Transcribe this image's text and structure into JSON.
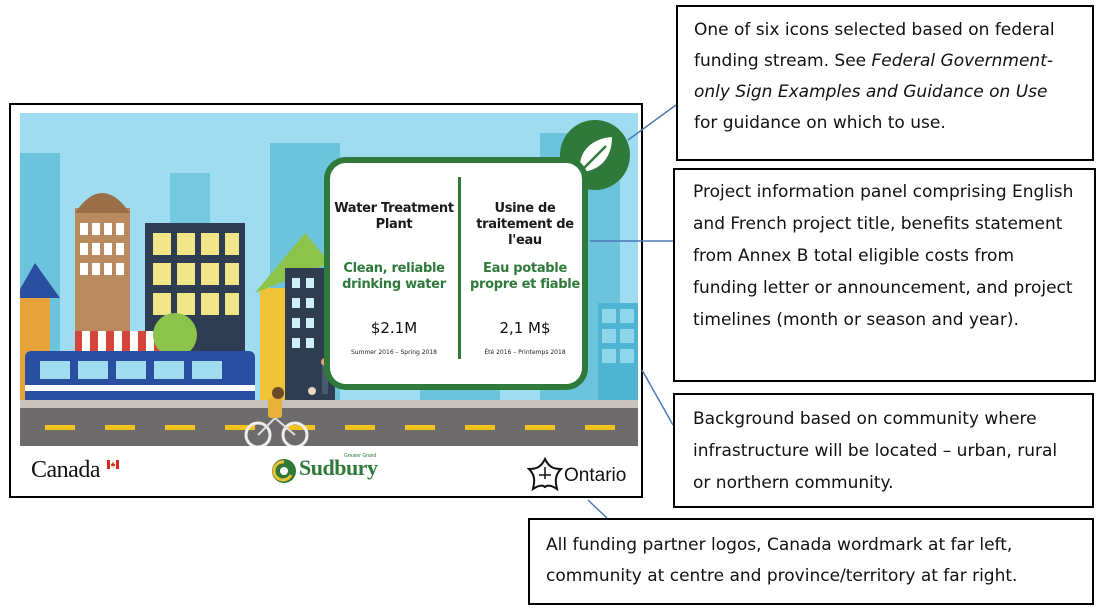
{
  "sign": {
    "panel": {
      "en_title": "Water Treatment Plant",
      "en_benefit": "Clean, reliable drinking water",
      "en_cost": "$2.1M",
      "en_dates": "Summer 2016 – Spring 2018",
      "fr_title": "Usine de traitement de l'eau",
      "fr_benefit": "Eau potable propre et fiable",
      "fr_cost": "2,1 M$",
      "fr_dates": "Été 2016 – Printemps 2018"
    },
    "logos": {
      "canada": "Canada",
      "sudbury": "Sudbury",
      "sudbury_small": "Greater Grand",
      "ontario": "Ontario"
    }
  },
  "callouts": {
    "icon_pre": "One of six icons selected based on federal funding stream. See ",
    "icon_italic": "Federal Government-only Sign Examples and Guidance on Use",
    "icon_post": " for guidance on which to use.",
    "panel": "Project information panel comprising English and French project title, benefits statement from Annex B total eligible costs from funding letter or announcement, and project timelines (month or season and year).",
    "background": "Background based on community where infrastructure will be located – urban, rural or northern community.",
    "logos": "All funding partner logos, Canada wordmark at far left, community at centre and province/territory at far right."
  },
  "colors": {
    "green": "#2f7a3b",
    "sky": "#9fdcef",
    "road": "#6d6b6b"
  },
  "icons": [
    "leaf-icon",
    "trillium-icon",
    "sudbury-swirl-icon",
    "canada-flag-icon"
  ]
}
